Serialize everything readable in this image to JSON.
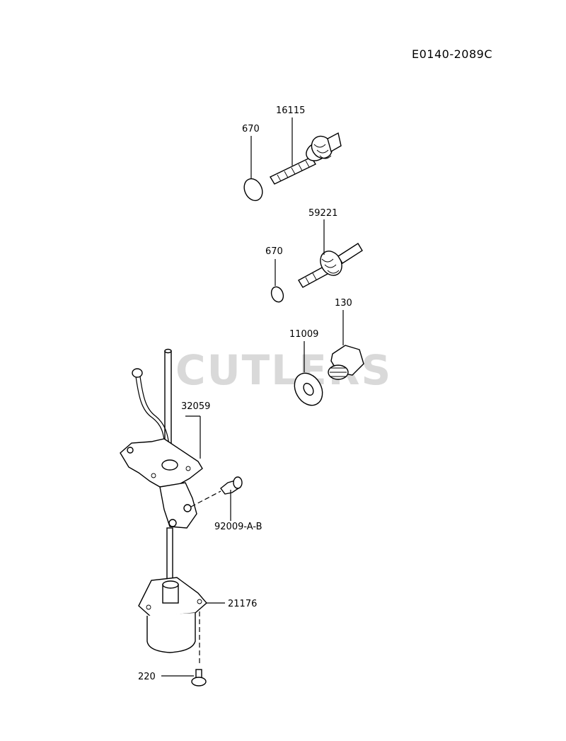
{
  "drawing_code": "E0140-2089C",
  "watermark": "CUTLERS",
  "parts": [
    {
      "label": "16115",
      "name": "drain-valve-shaft"
    },
    {
      "label": "670",
      "name": "o-ring-upper"
    },
    {
      "label": "59221",
      "name": "dipstick-guide"
    },
    {
      "label": "670",
      "name": "o-ring-lower"
    },
    {
      "label": "130",
      "name": "plug-bolt"
    },
    {
      "label": "11009",
      "name": "gasket-washer"
    },
    {
      "label": "32059",
      "name": "bracket-plate"
    },
    {
      "label": "92009-A-B",
      "name": "screw-bracket"
    },
    {
      "label": "21176",
      "name": "oil-level-sensor"
    },
    {
      "label": "220",
      "name": "mounting-screw"
    }
  ]
}
